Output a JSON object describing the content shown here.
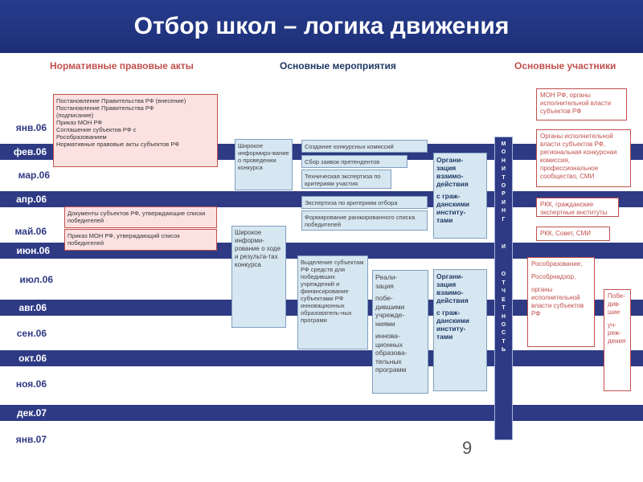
{
  "title": "Отбор школ – логика движения",
  "columns": {
    "legal": "Нормативные правовые акты",
    "events": "Основные мероприятия",
    "participants": "Основные участники"
  },
  "months": [
    "янв.06",
    "фев.06",
    "мар.06",
    "апр.06",
    "май.06",
    "июн.06",
    "июл.06",
    "авг.06",
    "сен.06",
    "окт.06",
    "ноя.06",
    "дек.07",
    "янв.07"
  ],
  "legal_acts": {
    "box1": [
      "Постановление Правительства РФ (внесение)",
      "Постановление Правительства РФ",
      "(подписание)",
      "Приказ МОН РФ",
      "Соглашение субъектов РФ с",
      "Рособразованием",
      "Нормативные правовые акты субъектов РФ"
    ],
    "box2": "Документы субъектов РФ, утверждающие списки победителей",
    "box3": "Приказ МОН РФ, утверждающий список победителей"
  },
  "events": {
    "inform1": "Широкое информиро-вание о проведении конкурса",
    "inform2": "Широкое информи-рование о ходе и результа-тах конкурса",
    "s1": "Создание конкурсных комиссий",
    "s2": "Сбор заявок претендентов",
    "s3": "Техническая экспертиза по критериям участия",
    "s4": "Экспертиза по критериям отбора",
    "s5": "Формирование ранжированного списка победителей",
    "allocation": "Выделение субъектам РФ средств для победивших учреждений и финансирование субъектами РФ инновационных образователь-ных програми",
    "realization": [
      "Реали-",
      "зация",
      "",
      "побе-",
      "дившими",
      "учрежде-",
      "ниями",
      "",
      "иннова-",
      "ционных",
      "образова-",
      "тельных",
      "программ"
    ],
    "org1": [
      "Органи-",
      "зация",
      "взаимо-",
      "действия",
      "",
      "с граж-",
      "данскими",
      "институ-",
      "тами"
    ],
    "org2": [
      "Органи-",
      "зация",
      "взаимо-",
      "действия",
      "",
      "с граж-",
      "данскими",
      "институ-",
      "тами"
    ]
  },
  "monitoring": [
    "М",
    "О",
    "Н",
    "И",
    "Т",
    "О",
    "Р",
    "И",
    "Н",
    "Г",
    "",
    "И",
    "",
    "О",
    "Т",
    "Ч",
    "Е",
    "Т",
    "Н",
    "О",
    "С",
    "Т",
    "Ь"
  ],
  "participants": {
    "p1": "МОН РФ, органы исполнительной власти субъектов РФ",
    "p2": "Органы исполнительной власти субъектов РФ, региональная конкурсная комиссия, профессиональное сообщество, СМИ",
    "p3": "РКК, гражданские экспертные институты",
    "p4": "РКК, Совет, СМИ",
    "p5": [
      "Рособразование,",
      "",
      "Рособрнадзор,",
      "",
      "органы исполнительной власти субъектов РФ"
    ],
    "p6": [
      "Побе-",
      "див-",
      "шие",
      "",
      "уч-",
      "реж-",
      "дения"
    ]
  },
  "page_number": "9",
  "colors": {
    "header": "#263c8c",
    "band": "#2e3a84",
    "pink": "#fbe2e1",
    "red": "#c0504d",
    "blue_box": "#d7e7f2"
  }
}
